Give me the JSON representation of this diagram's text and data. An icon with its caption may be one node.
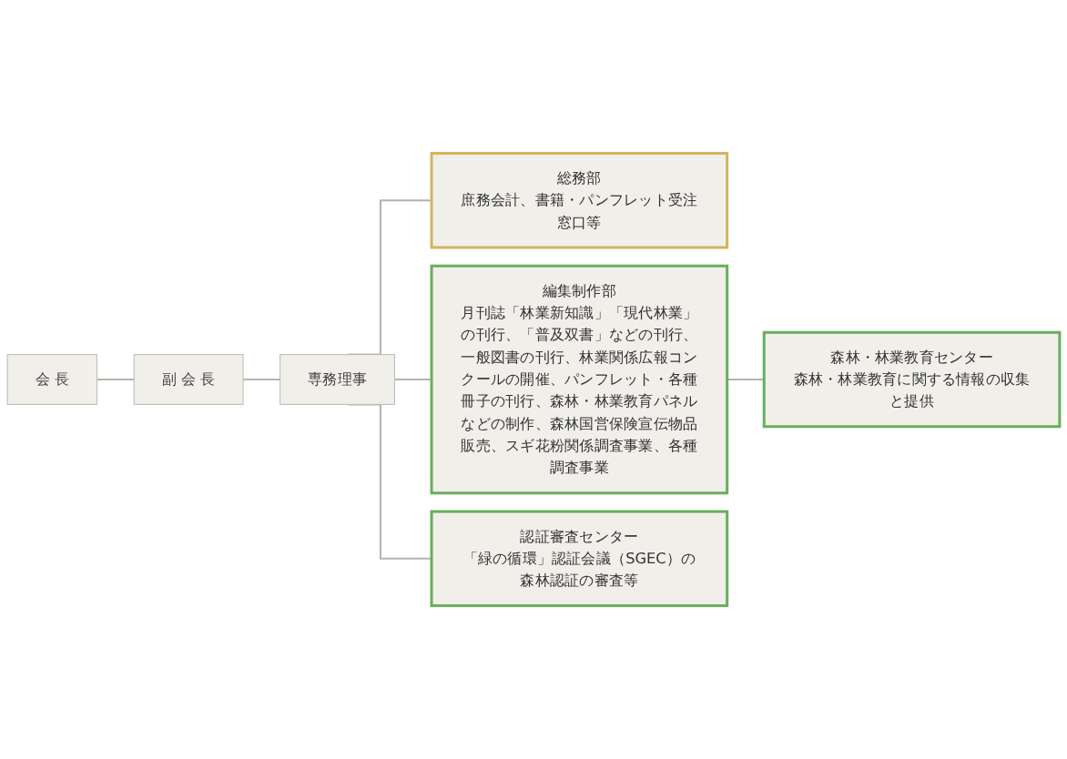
{
  "diagram": {
    "nodes": [
      {
        "text": [
          "会 長"
        ]
      },
      {
        "text": [
          "副 会 長"
        ]
      },
      {
        "text": [
          "専務理事"
        ]
      },
      {
        "text": [
          "総務部",
          "庶務会計、書籍・パンフレット受注窓口等"
        ]
      },
      {
        "text": [
          "編集制作部",
          "月刊誌「林業新知識」「現代林業」の刊行、「普及双書」などの刊行、一般図書の刊行、林業関係広報コンクールの開催、パンフレット・各種冊子の刊行、森林・林業教育パネルなどの制作、森林国営保険宣伝物品販売、スギ花粉関係調査事業、各種調査事業"
        ]
      },
      {
        "text": [
          "森林・林業教育センター",
          "森林・林業教育に関する情報の収集と提供"
        ]
      },
      {
        "text": [
          "認証審査センター",
          "「緑の循環」認証会議（SGEC）の森林認証の審査等"
        ]
      }
    ],
    "edges": [
      {
        "from": 0,
        "to": 1,
        "arrow": "none"
      },
      {
        "from": 1,
        "to": 2,
        "arrow": "none"
      },
      {
        "from": 2,
        "to": 3,
        "arrow": "none"
      },
      {
        "from": 2,
        "to": 4,
        "arrow": "none"
      },
      {
        "from": 4,
        "to": 5,
        "arrow": "none"
      },
      {
        "from": 2,
        "to": 6,
        "arrow": "none"
      }
    ]
  }
}
